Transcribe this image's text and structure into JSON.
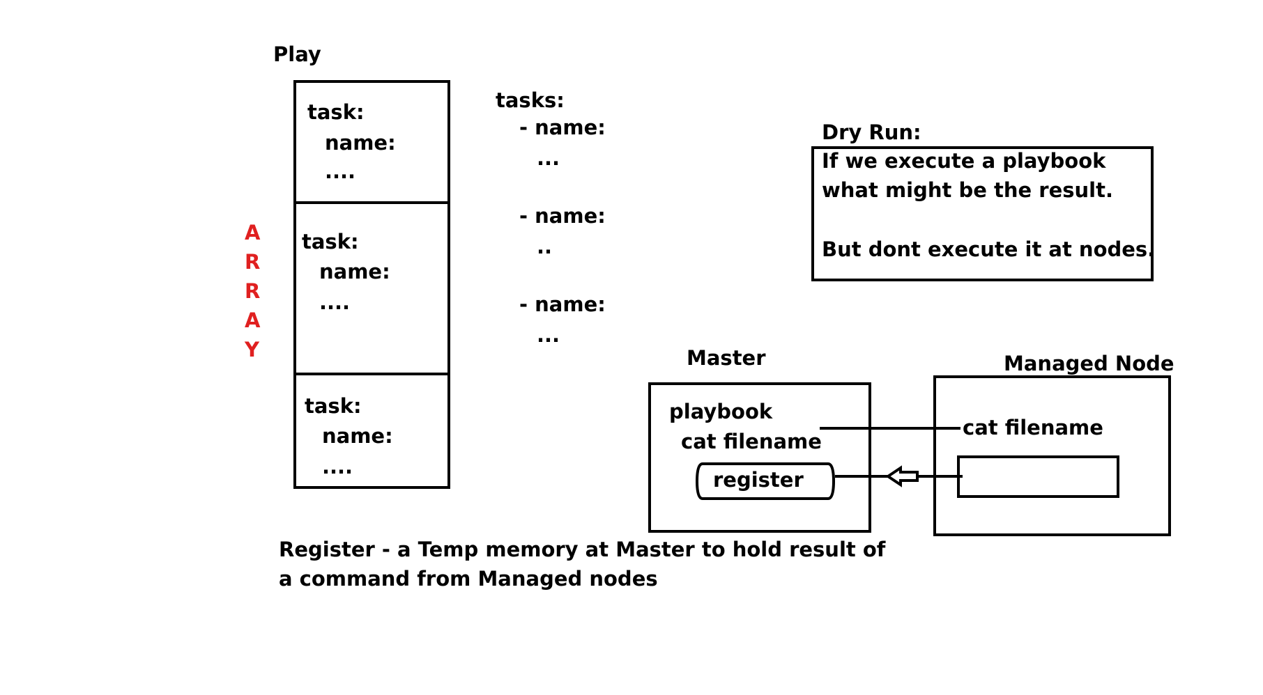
{
  "play": {
    "title": "Play",
    "tasks": [
      {
        "task": "task:",
        "name": "name:",
        "dots": "...."
      },
      {
        "task": "task:",
        "name": "name:",
        "dots": "...."
      },
      {
        "task": "task:",
        "name": "name:",
        "dots": "...."
      }
    ]
  },
  "array_label": {
    "letters": [
      "A",
      "R",
      "R",
      "A",
      "Y"
    ],
    "color": "#e02020"
  },
  "yaml": {
    "header": "tasks:",
    "items": [
      {
        "name": "- name:",
        "dots": "..."
      },
      {
        "name": "- name:",
        "dots": ".."
      },
      {
        "name": "- name:",
        "dots": "..."
      }
    ]
  },
  "dry_run": {
    "title": "Dry Run:",
    "line1": "If we execute a playbook",
    "line2": "what might be the result.",
    "line3": "But dont execute it at nodes."
  },
  "master": {
    "title": "Master",
    "playbook": "playbook",
    "command": "cat filename",
    "register": "register"
  },
  "managed_node": {
    "title": "Managed Node",
    "command": "cat filename"
  },
  "note": {
    "line1": "Register - a Temp memory at Master to hold result of",
    "line2": "a command from Managed nodes"
  }
}
